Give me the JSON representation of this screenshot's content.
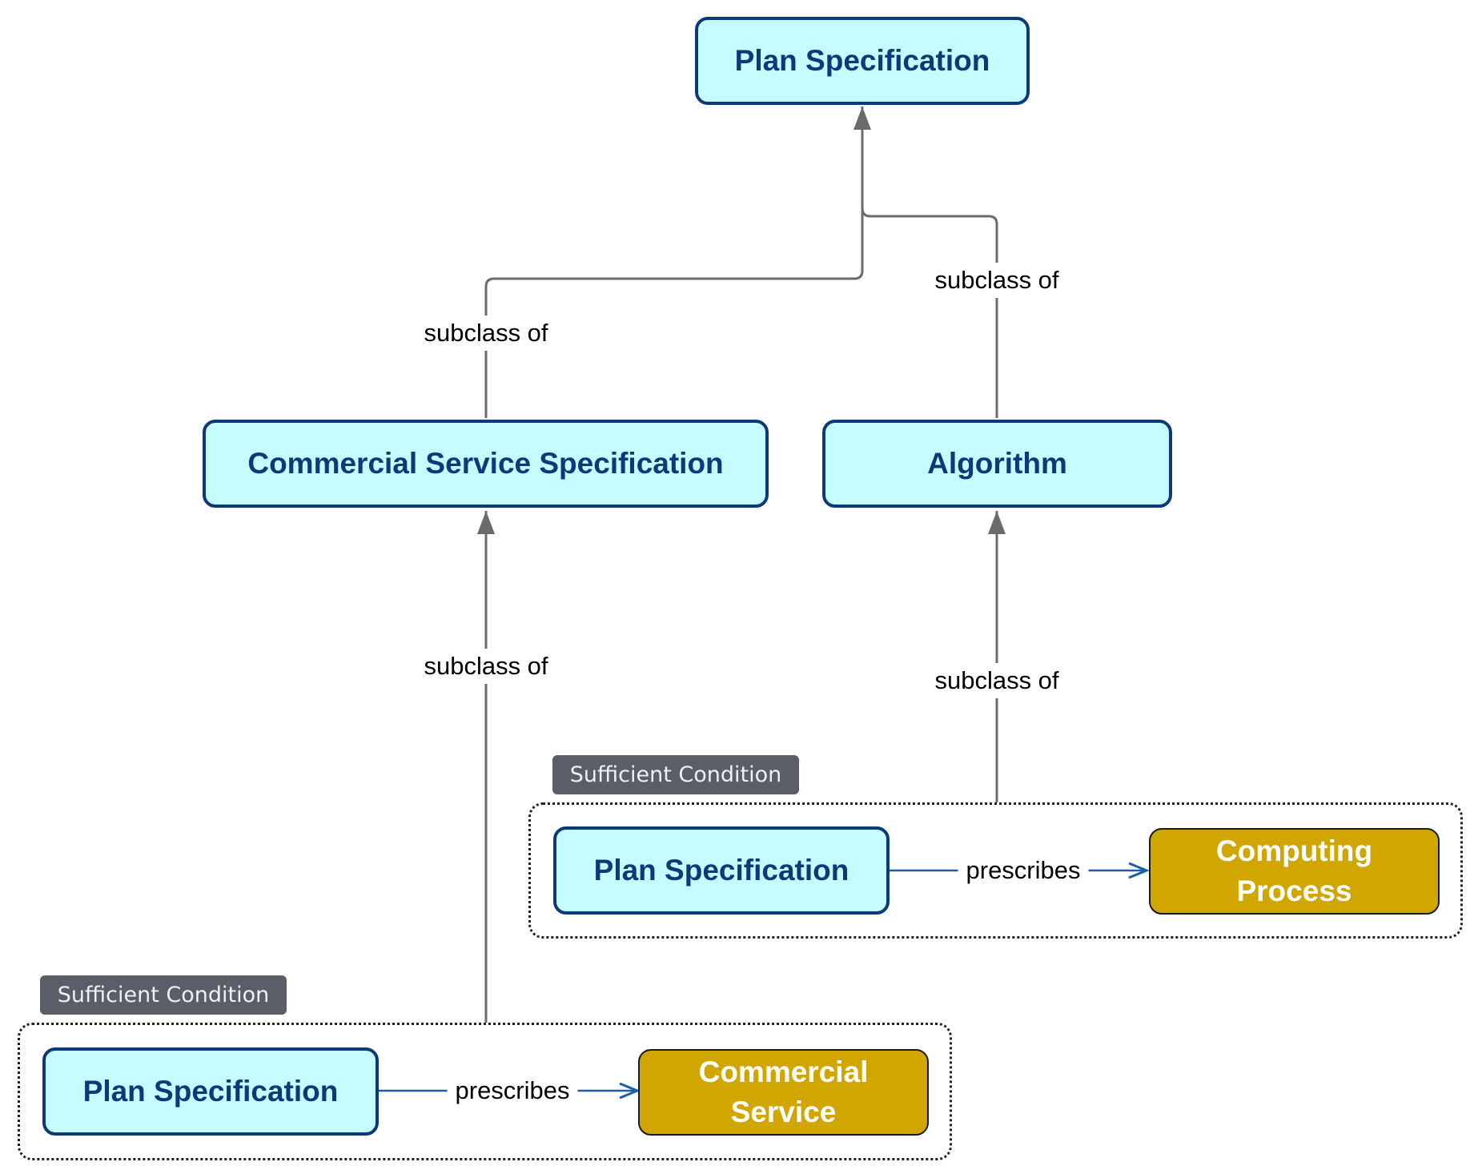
{
  "nodes": {
    "top_plan": "Plan Specification",
    "commercial_spec": "Commercial Service Specification",
    "algorithm": "Algorithm",
    "plan_right": "Plan Specification",
    "plan_left": "Plan Specification",
    "computing_process": "Computing\nProcess",
    "commercial_service": "Commercial\nService"
  },
  "edges": {
    "commercial_to_top": "subclass of",
    "algorithm_to_top": "subclass of",
    "cond_left_to_commercial": "subclass of",
    "cond_right_to_algorithm": "subclass of",
    "right_prescribes": "prescribes",
    "left_prescribes": "prescribes"
  },
  "conditions": {
    "right": "Sufficient Condition",
    "left": "Sufficient Condition"
  },
  "colors": {
    "class_fill": "#c4fcff",
    "class_border": "#0c3a78",
    "external_fill": "#d1a600",
    "subclass_edge": "#6b6b6b",
    "prescribes_edge": "#1a5fa8",
    "condition_tag": "#5a5e66"
  }
}
